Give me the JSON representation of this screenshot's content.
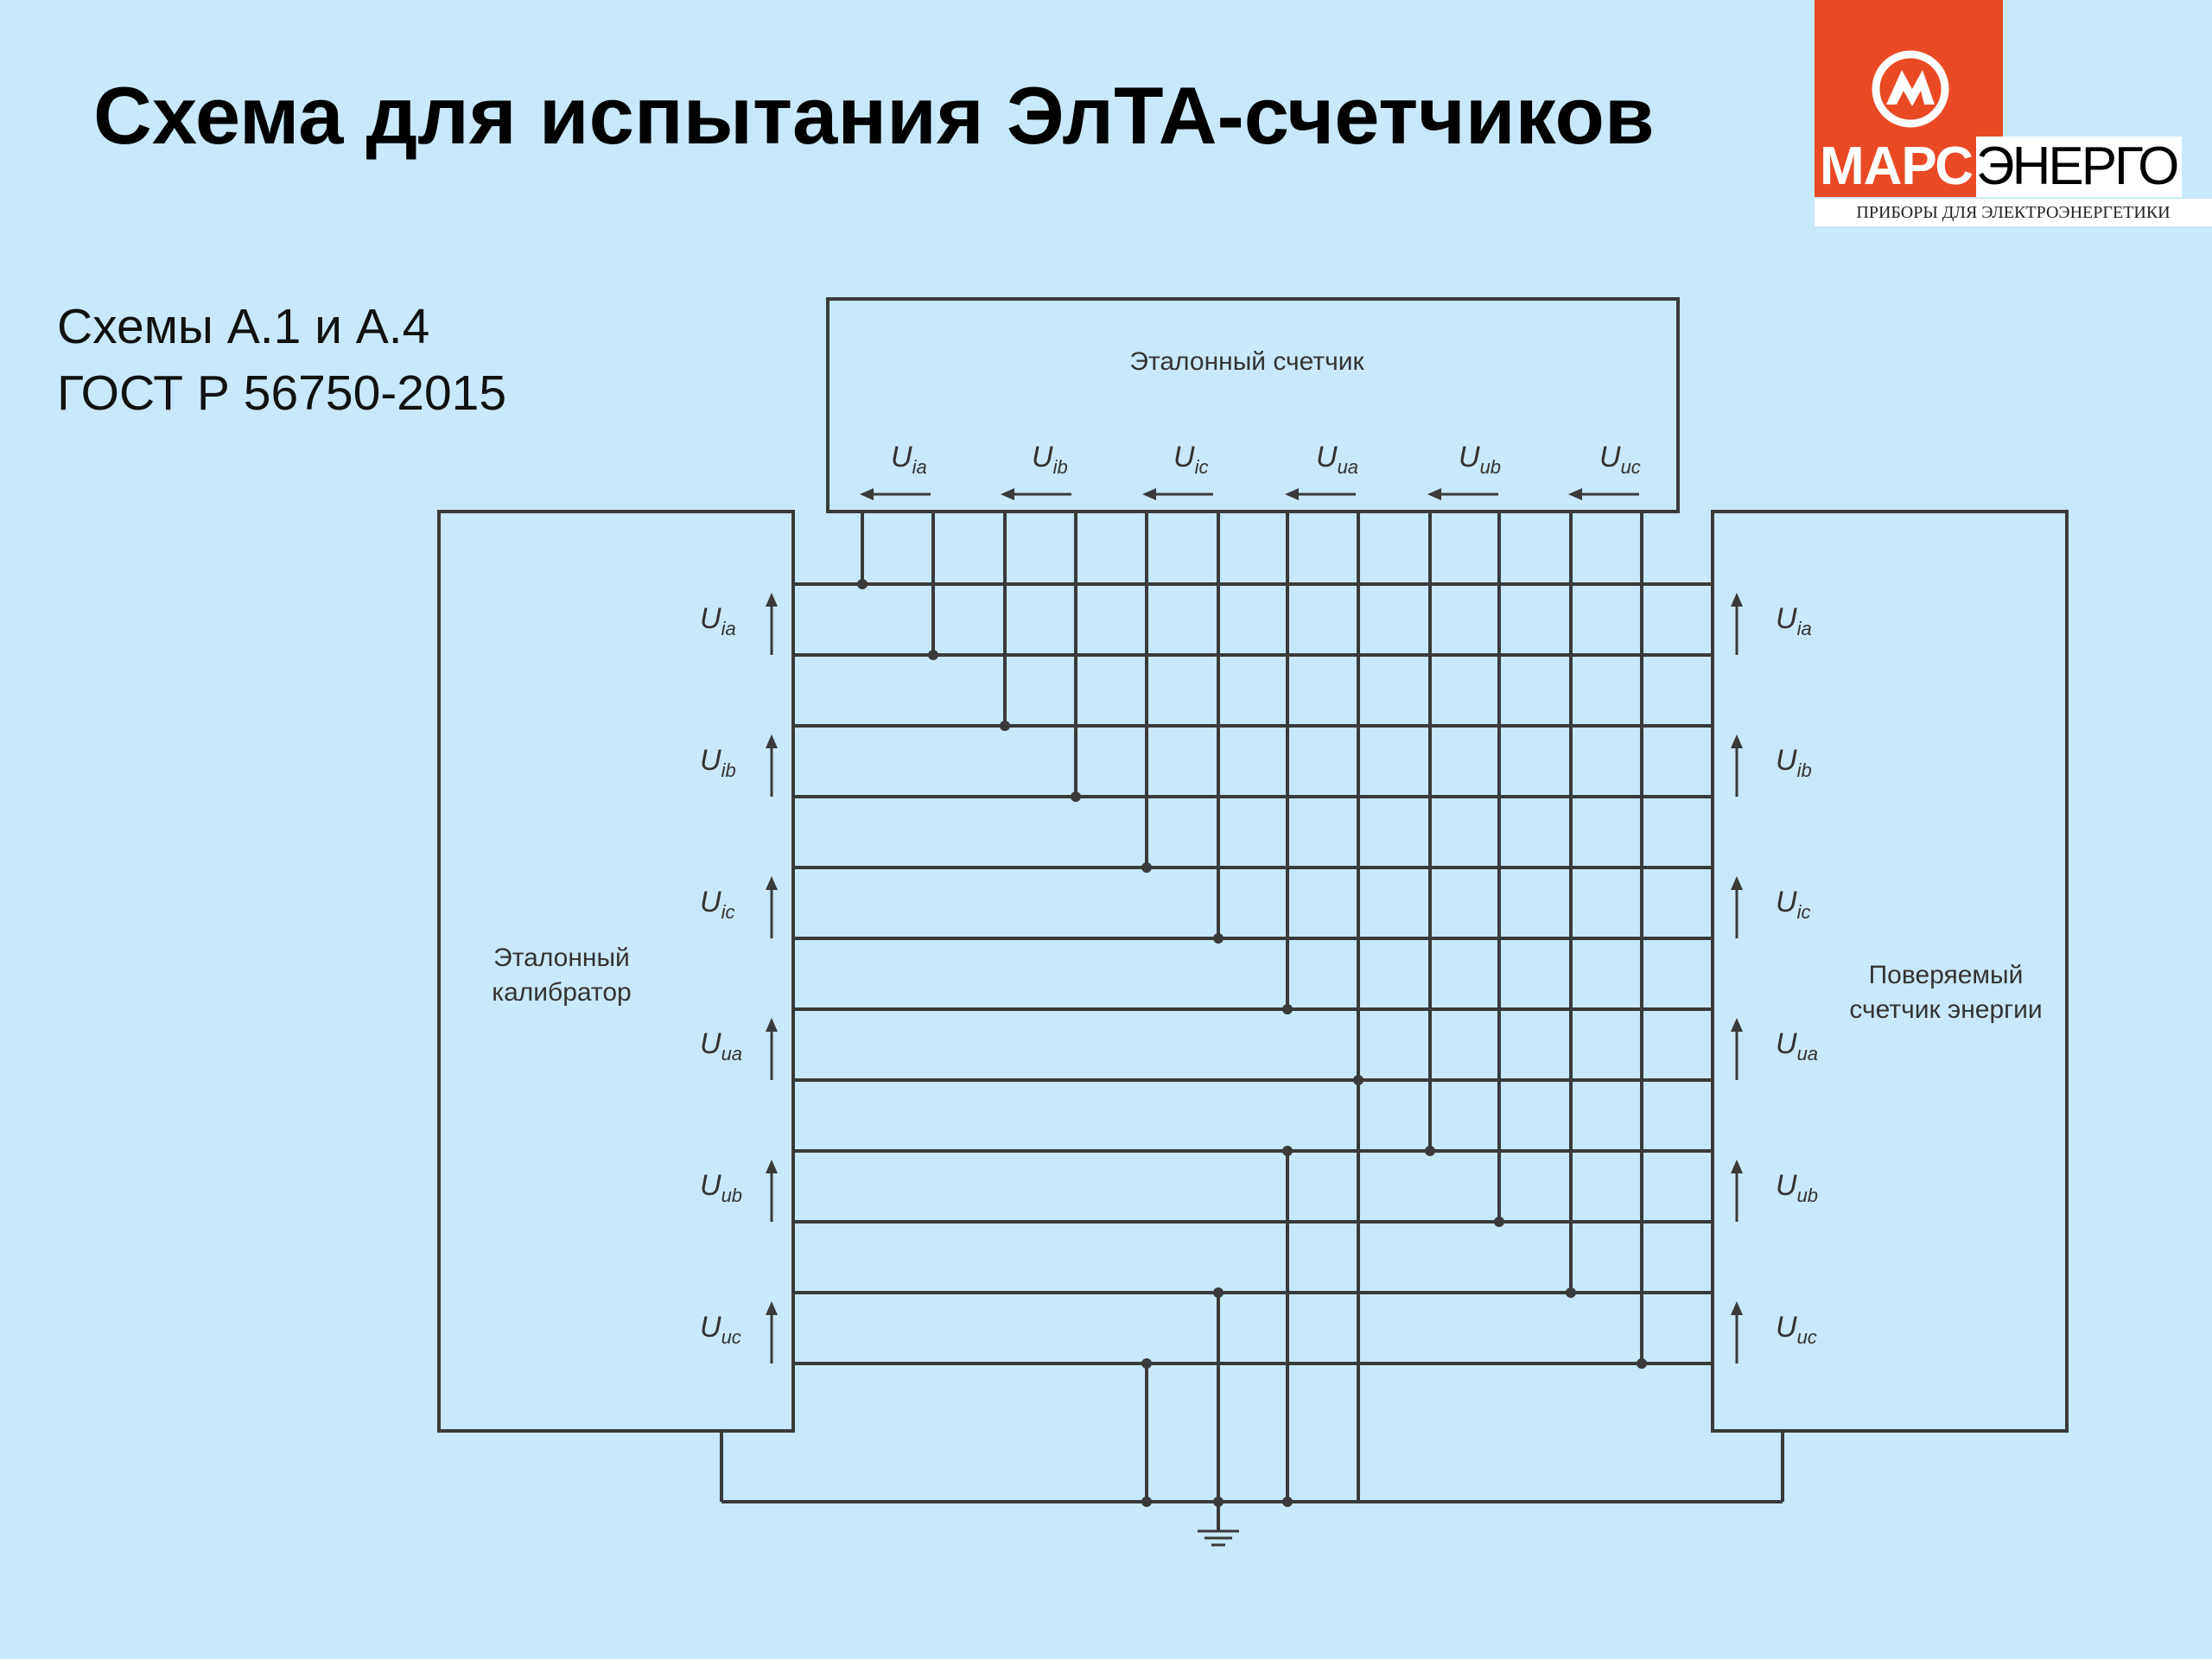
{
  "slide": {
    "title": "Схема для испытания ЭлТА-счетчиков",
    "subtitle_lines": [
      "Схемы А.1 и А.4",
      "ГОСТ Р 56750-2015"
    ]
  },
  "logo": {
    "brand_red": "МАРС",
    "brand_black": "ЭНЕРГО",
    "tagline": "ПРИБОРЫ ДЛЯ ЭЛЕКТРОЭНЕРГЕТИКИ",
    "emblem_icon": "marsenergo-emblem-icon"
  },
  "diagram": {
    "reference_meter_label": "Эталонный счетчик",
    "calibrator_label_lines": [
      "Эталонный",
      "калибратор"
    ],
    "meter_under_test_label_lines": [
      "Поверяемый",
      "счетчик энергии"
    ],
    "channels": [
      {
        "main": "U",
        "sub": "ia"
      },
      {
        "main": "U",
        "sub": "ib"
      },
      {
        "main": "U",
        "sub": "ic"
      },
      {
        "main": "U",
        "sub": "ua"
      },
      {
        "main": "U",
        "sub": "ub"
      },
      {
        "main": "U",
        "sub": "uc"
      }
    ],
    "ground_icon": "ground-icon"
  },
  "colors": {
    "background": "#c8e8fb",
    "wire": "#3a3a3a",
    "logo_red": "#e94a24"
  }
}
